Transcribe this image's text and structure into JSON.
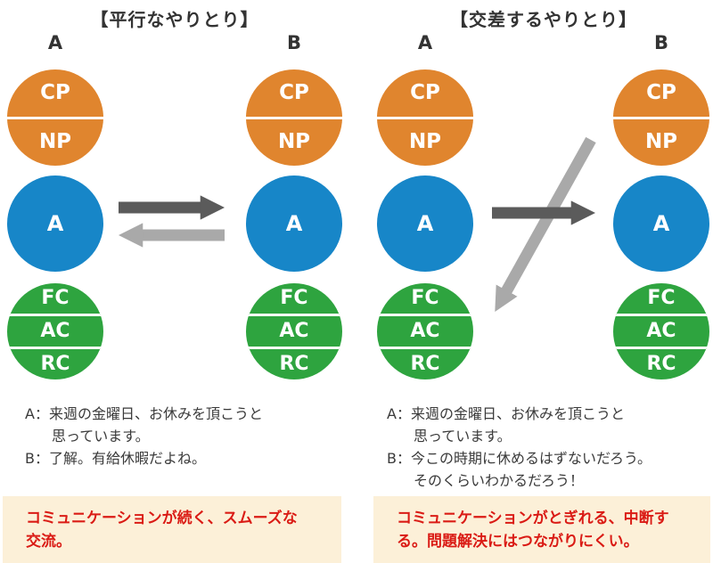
{
  "panels": [
    {
      "title": "【平行なやりとり】",
      "person_left": "A",
      "person_right": "B",
      "dialogue_lines": [
        "A：来週の金曜日、お休みを頂こうと",
        "思っています。",
        "B：了解。有給休暇だよね。"
      ],
      "summary_lines": [
        "コミュニケーションが続く、スムーズな",
        "交流。"
      ],
      "arrows": [
        {
          "name": "stimulus",
          "direction": "right",
          "color": "dark"
        },
        {
          "name": "response",
          "direction": "left",
          "color": "light"
        }
      ]
    },
    {
      "title": "【交差するやりとり】",
      "person_left": "A",
      "person_right": "B",
      "dialogue_lines": [
        "A：来週の金曜日、お休みを頂こうと",
        "思っています。",
        "B：今この時期に休めるはずないだろう。",
        "そのくらいわかるだろう！"
      ],
      "summary_lines": [
        "コミュニケーションがとぎれる、中断す",
        "る。問題解決にはつながりにくい。"
      ],
      "arrows": [
        {
          "name": "stimulus",
          "direction": "right",
          "color": "dark"
        },
        {
          "name": "response",
          "direction": "diagonal-down-left",
          "color": "light"
        }
      ]
    }
  ],
  "ego": {
    "cp": "CP",
    "np": "NP",
    "a": "A",
    "fc": "FC",
    "ac": "AC",
    "rc": "RC"
  },
  "colors": {
    "parent": "#e0852e",
    "adult": "#1786c8",
    "child": "#2ea43f",
    "arrow_dark": "#5b5b5b",
    "arrow_light": "#a9a9a9",
    "summary_bg": "#fcf0d8",
    "summary_text": "#da1b15",
    "text": "#333333"
  }
}
